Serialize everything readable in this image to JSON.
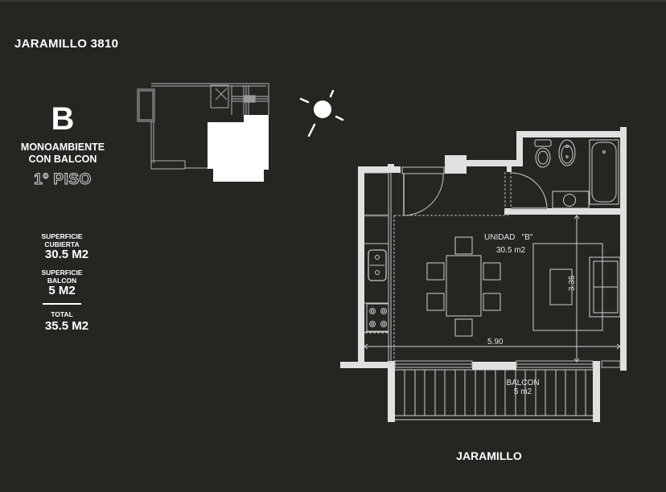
{
  "header": {
    "title": "JARAMILLO 3810"
  },
  "unit": {
    "letter": "B",
    "type_line1": "MONOAMBIENTE",
    "type_line2": "CON BALCON",
    "floor": "1º PISO"
  },
  "surfaces": {
    "covered": {
      "label_line1": "SUPERFICIE",
      "label_line2": "CUBIERTA",
      "value": "30.5 M2"
    },
    "balcony": {
      "label_line1": "SUPERFICIE",
      "label_line2": "BALCON",
      "value": "5 M2"
    },
    "total": {
      "label": "TOTAL",
      "value": "35.5 M2"
    }
  },
  "floor_plan": {
    "unit_label": "UNIDAD   \"B\"",
    "unit_area": "30.5 m2",
    "width_dimension": "5.90",
    "depth_dimension": "3.35",
    "balcony_label": "BALCON",
    "balcony_area": "5 m2",
    "street_name": "JARAMILLO"
  },
  "icons": {
    "sun": "sun-orientation-icon",
    "key_plan": "building-key-plan"
  },
  "colors": {
    "background": "#252622",
    "walls": "#e0e0e0",
    "lines": "#bdbdbd",
    "text": "#ffffff"
  }
}
